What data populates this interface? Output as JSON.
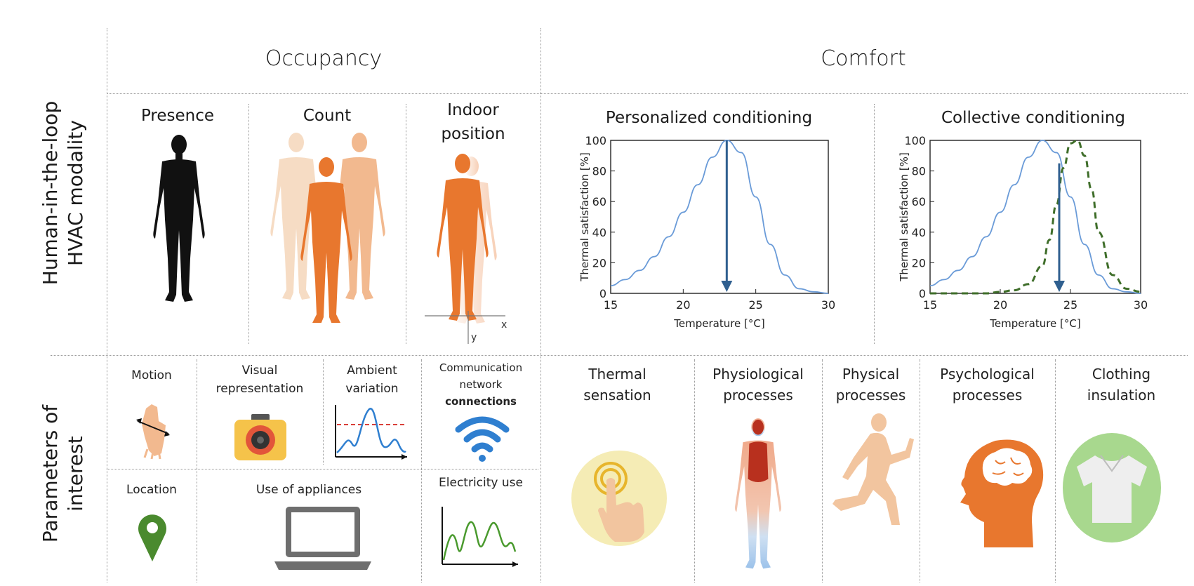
{
  "row_labels": {
    "modality_line1": "Human-in-the-loop",
    "modality_line2": "HVAC modality",
    "params_line1": "Parameters of",
    "params_line2": "interest"
  },
  "sections": {
    "occupancy": "Occupancy",
    "comfort": "Comfort"
  },
  "occupancy": {
    "presence": "Presence",
    "count": "Count",
    "indoor_line1": "Indoor",
    "indoor_line2": "position",
    "axis_x": "x",
    "axis_y": "y"
  },
  "comfort": {
    "personalized": "Personalized conditioning",
    "collective": "Collective conditioning"
  },
  "chart_data": [
    {
      "type": "line",
      "title": "Personalized conditioning",
      "xlabel": "Temperature [°C]",
      "ylabel": "Thermal satisfaction [%]",
      "xlim": [
        15,
        30
      ],
      "ylim": [
        0,
        100
      ],
      "xticks": [
        "15",
        "20",
        "25",
        "30"
      ],
      "yticks": [
        "0",
        "20",
        "40",
        "60",
        "80",
        "100"
      ],
      "series": [
        {
          "color": "#6a9bd8",
          "style": "solid",
          "x": [
            15,
            16,
            17,
            18,
            19,
            20,
            21,
            22,
            23,
            24,
            25,
            26,
            27,
            28,
            29,
            30
          ],
          "y": [
            5,
            9,
            15,
            24,
            37,
            53,
            71,
            89,
            100,
            92,
            63,
            32,
            12,
            3,
            1,
            0
          ]
        }
      ],
      "annotation_arrow": {
        "x": 23,
        "from_y": 100,
        "to_y": 0,
        "color": "#2f5f8f"
      }
    },
    {
      "type": "line",
      "title": "Collective conditioning",
      "xlabel": "Temperature [°C]",
      "ylabel": "Thermal satisfaction [%]",
      "xlim": [
        15,
        30
      ],
      "ylim": [
        0,
        100
      ],
      "xticks": [
        "15",
        "20",
        "25",
        "30"
      ],
      "yticks": [
        "0",
        "20",
        "40",
        "60",
        "80",
        "100"
      ],
      "series": [
        {
          "color": "#6a9bd8",
          "style": "solid",
          "x": [
            15,
            16,
            17,
            18,
            19,
            20,
            21,
            22,
            23,
            24,
            25,
            26,
            27,
            28,
            29,
            30
          ],
          "y": [
            5,
            9,
            15,
            24,
            37,
            53,
            71,
            89,
            100,
            92,
            63,
            32,
            12,
            3,
            1,
            0
          ]
        },
        {
          "color": "#3f6e2a",
          "style": "dashed",
          "x": [
            15,
            17,
            19,
            20,
            21,
            22,
            23,
            23.5,
            24,
            24.5,
            25,
            25.5,
            26,
            26.5,
            27,
            28,
            29,
            30
          ],
          "y": [
            0,
            0,
            0,
            1,
            2,
            6,
            18,
            35,
            58,
            82,
            98,
            100,
            90,
            68,
            40,
            12,
            3,
            1
          ]
        }
      ],
      "annotation_arrow": {
        "x": 24.2,
        "from_y": 85,
        "to_y": 0,
        "color": "#2f5f8f"
      }
    }
  ],
  "params": {
    "motion": "Motion",
    "visual_line1": "Visual",
    "visual_line2": "representation",
    "ambient_line1": "Ambient",
    "ambient_line2": "variation",
    "comm_line1": "Communication",
    "comm_line2": "network",
    "comm_line3": "connections",
    "location": "Location",
    "appliances": "Use of appliances",
    "electricity": "Electricity use",
    "thermal_line1": "Thermal",
    "thermal_line2": "sensation",
    "physio_line1": "Physiological",
    "physio_line2": "processes",
    "physical_line1": "Physical",
    "physical_line2": "processes",
    "psycho_line1": "Psychological",
    "psycho_line2": "processes",
    "clothing_line1": "Clothing",
    "clothing_line2": "insulation"
  },
  "colors": {
    "orange": "#e8772e",
    "orange_light": "#f2b98f",
    "orange_pale": "#f6dcc4",
    "black_figure": "#111111",
    "wifi_blue": "#2f7fd0",
    "pin_green": "#4a8a2e",
    "chart_blue": "#6a9bd8",
    "chart_green": "#3f6e2a",
    "arrow_blue": "#2f5f8f",
    "red_dashed": "#d9403a",
    "gray_laptop": "#6e6e6e",
    "tshirt_circle": "#a8d88e",
    "touch_circle": "#f5ecb5"
  },
  "icons": [
    "person-silhouette-icon",
    "group-of-people-icon",
    "moving-person-icon",
    "hand-motion-icon",
    "camera-icon",
    "ambient-wave-chart-icon",
    "wifi-icon",
    "location-pin-icon",
    "laptop-icon",
    "electricity-chart-icon",
    "touch-finger-icon",
    "body-physiology-icon",
    "running-person-icon",
    "brain-head-icon",
    "tshirt-icon"
  ]
}
